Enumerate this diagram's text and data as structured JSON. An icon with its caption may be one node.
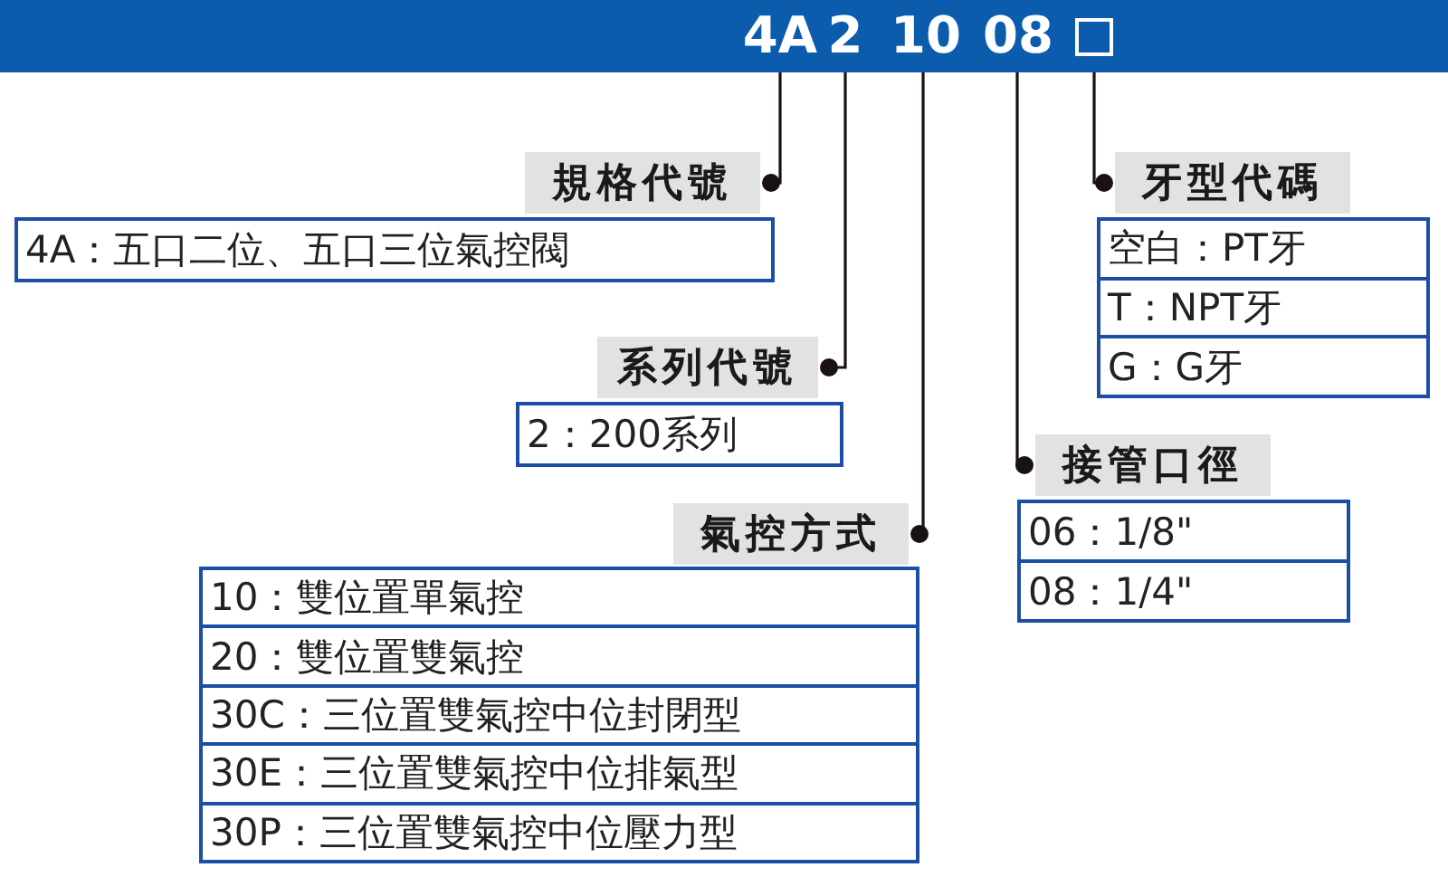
{
  "diagram": {
    "nodes": [
      {
        "text": [
          "4A"
        ]
      },
      {
        "text": [
          "2"
        ]
      },
      {
        "text": [
          "10"
        ]
      },
      {
        "text": [
          "08"
        ]
      },
      {
        "text": [],
        "shape": "box"
      },
      {
        "text": [
          "規格代號"
        ]
      },
      {
        "text": [
          "4A：五口二位、五口三位氣控閥"
        ]
      },
      {
        "text": [
          "系列代號"
        ]
      },
      {
        "text": [
          "2：200系列"
        ]
      },
      {
        "text": [
          "氣控方式"
        ]
      },
      {
        "text": [
          "10：雙位置單氣控",
          "20：雙位置雙氣控",
          "30C：三位置雙氣控中位封閉型",
          "30E：三位置雙氣控中位排氣型",
          "30P：三位置雙氣控中位壓力型"
        ]
      },
      {
        "text": [
          "接管口徑"
        ]
      },
      {
        "text": [
          "06：1/8\"",
          "08：1/4\""
        ]
      },
      {
        "text": [
          "牙型代碼"
        ]
      },
      {
        "text": [
          "空白：PT牙",
          "T：NPT牙",
          "G：G牙"
        ]
      }
    ],
    "edges": [
      {
        "from": 0,
        "to": 5,
        "arrow": "other"
      },
      {
        "from": 1,
        "to": 7,
        "arrow": "other"
      },
      {
        "from": 2,
        "to": 9,
        "arrow": "other"
      },
      {
        "from": 3,
        "to": 11,
        "arrow": "other"
      },
      {
        "from": 4,
        "to": 13,
        "arrow": "other"
      }
    ]
  }
}
